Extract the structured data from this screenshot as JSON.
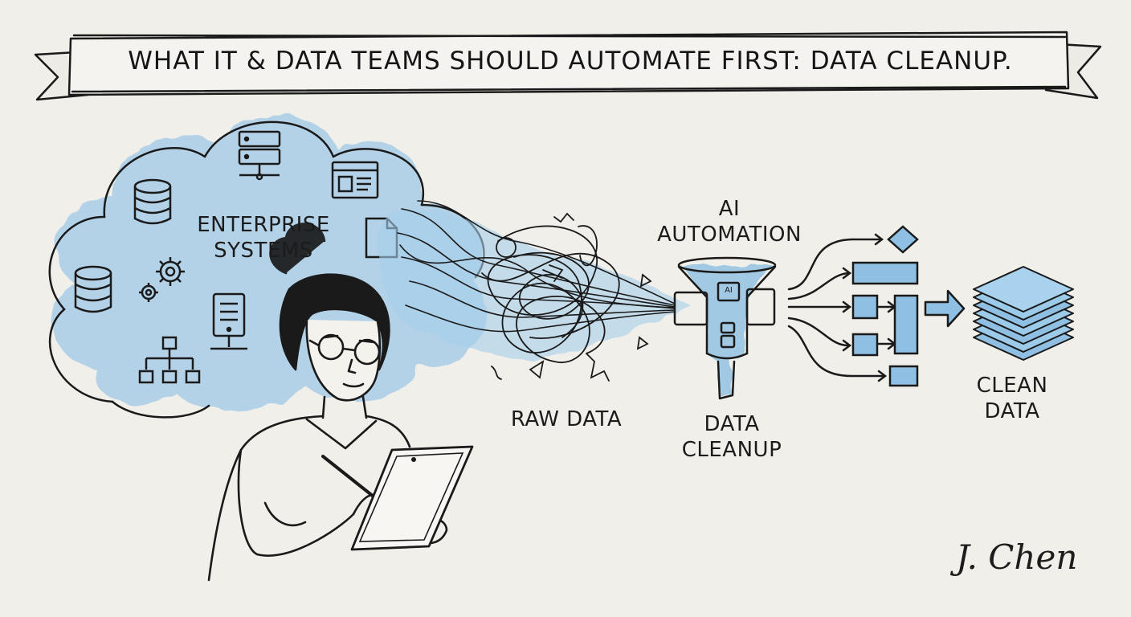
{
  "banner": {
    "title": "WHAT IT & DATA TEAMS SHOULD AUTOMATE FIRST: DATA CLEANUP."
  },
  "labels": {
    "enterprise_systems_line1": "ENTERPRISE",
    "enterprise_systems_line2": "SYSTEMS",
    "raw_data": "RAW DATA",
    "ai_automation_line1": "AI",
    "ai_automation_line2": "AUTOMATION",
    "data_cleanup_line1": "DATA",
    "data_cleanup_line2": "CLEANUP",
    "clean_data_line1": "CLEAN",
    "clean_data_line2": "DATA",
    "funnel_chip": "AI"
  },
  "signature": "J. Chen",
  "colors": {
    "paper": "#f1efe9",
    "ink": "#1d1d1d",
    "watercolor_blue": "#8fc0e3",
    "watercolor_light": "#b9d8ef"
  },
  "icons": [
    "database-icon",
    "server-icon",
    "browser-window-icon",
    "document-icon",
    "gear-icon",
    "org-chart-icon",
    "server-tower-icon",
    "funnel-icon",
    "diamond-icon",
    "stacked-layers-icon",
    "tablet-icon",
    "pen-icon"
  ]
}
